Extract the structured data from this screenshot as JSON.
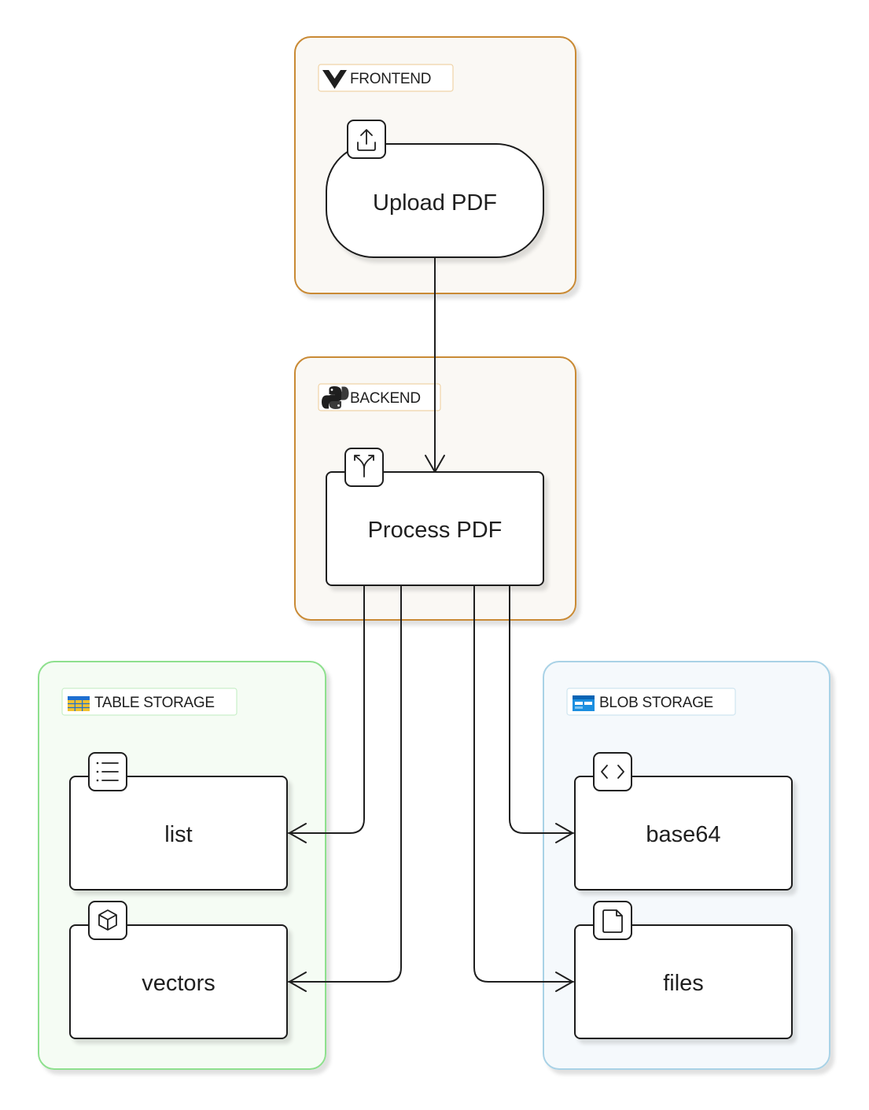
{
  "groups": {
    "frontend": {
      "label": "FRONTEND",
      "icon": "vue-logo-icon",
      "color": "#c98a34"
    },
    "backend": {
      "label": "BACKEND",
      "icon": "python-logo-icon",
      "color": "#c98a34"
    },
    "table_storage": {
      "label": "TABLE STORAGE",
      "icon": "table-storage-icon",
      "color": "#8ee08e"
    },
    "blob_storage": {
      "label": "BLOB STORAGE",
      "icon": "blob-storage-icon",
      "color": "#a9d2e6"
    }
  },
  "nodes": {
    "upload": {
      "label": "Upload PDF",
      "icon": "upload-icon"
    },
    "process": {
      "label": "Process PDF",
      "icon": "split-arrows-icon"
    },
    "list": {
      "label": "list",
      "icon": "list-icon"
    },
    "vectors": {
      "label": "vectors",
      "icon": "cube-icon"
    },
    "base64": {
      "label": "base64",
      "icon": "code-brackets-icon"
    },
    "files": {
      "label": "files",
      "icon": "file-icon"
    }
  },
  "edges": [
    {
      "from": "upload",
      "to": "process"
    },
    {
      "from": "process",
      "to": "list"
    },
    {
      "from": "process",
      "to": "vectors"
    },
    {
      "from": "process",
      "to": "base64"
    },
    {
      "from": "process",
      "to": "files"
    }
  ]
}
